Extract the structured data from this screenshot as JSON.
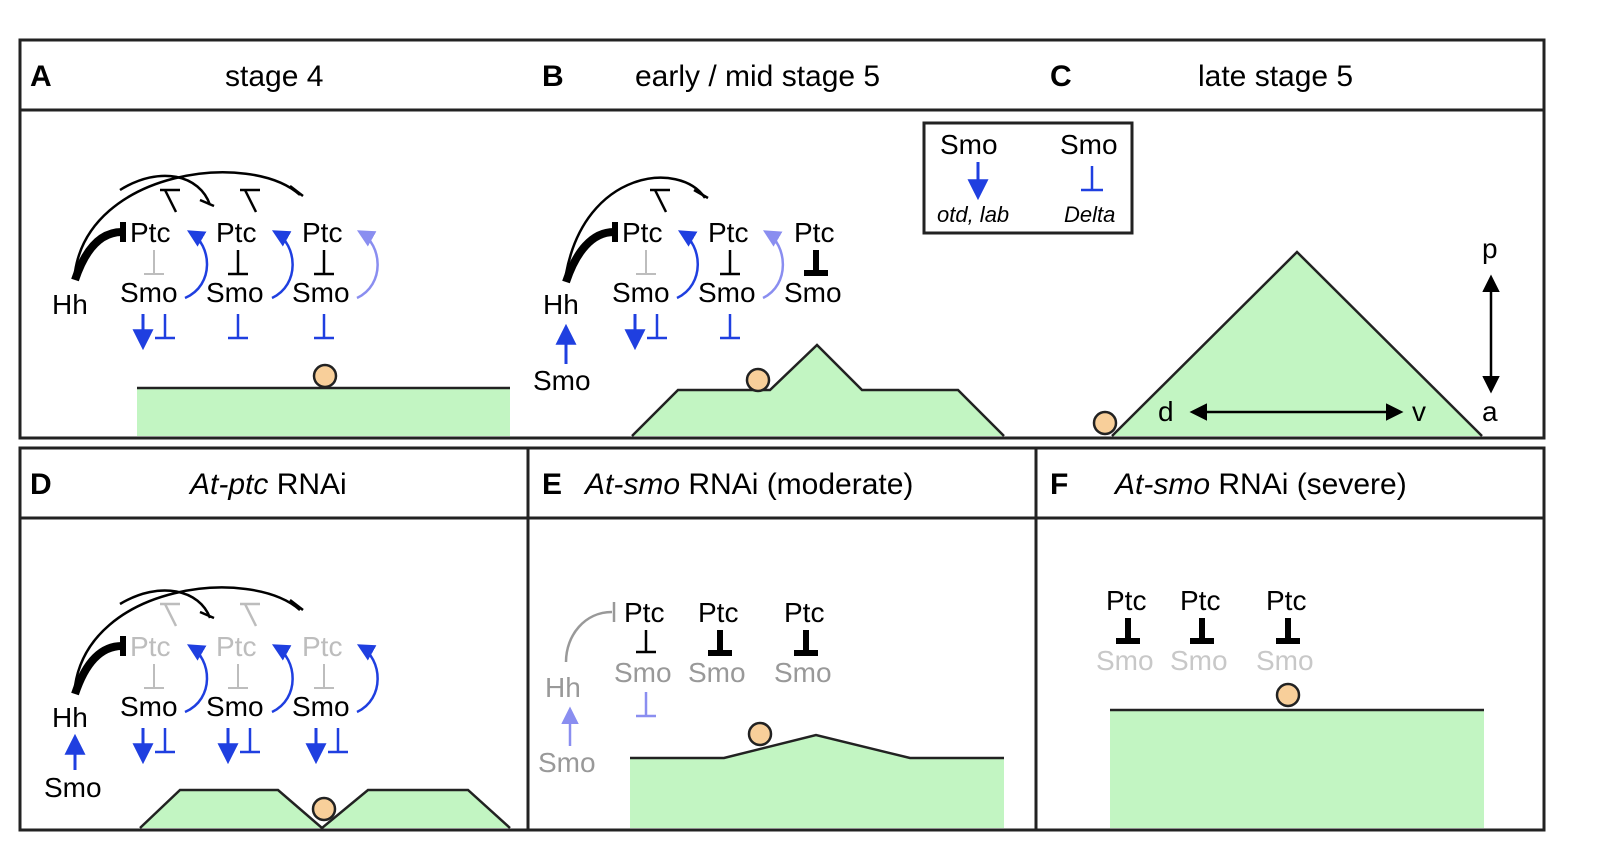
{
  "panels": {
    "A": {
      "letter": "A",
      "title": "stage 4"
    },
    "B": {
      "letter": "B",
      "title": "early / mid stage 5"
    },
    "C": {
      "letter": "C",
      "title": "late stage 5"
    },
    "D": {
      "letter": "D",
      "title_italic": "At-ptc",
      "title_rest": " RNAi"
    },
    "E": {
      "letter": "E",
      "title_italic": "At-smo",
      "title_rest": " RNAi (moderate)"
    },
    "F": {
      "letter": "F",
      "title_italic": "At-smo",
      "title_rest": " RNAi (severe)"
    }
  },
  "genes": {
    "ptc": "Ptc",
    "smo": "Smo",
    "hh": "Hh"
  },
  "legend": {
    "smo1": "Smo",
    "smo2": "Smo",
    "targets1": "otd, lab",
    "targets2": "Delta"
  },
  "axes": {
    "p": "p",
    "a": "a",
    "d": "d",
    "v": "v"
  },
  "colors": {
    "blue": "#1f3fe0",
    "light_blue": "#8a8ef0",
    "grey": "#bdbdbd",
    "tissue": "#c2f5c2",
    "cell": "#f8cf9a"
  }
}
